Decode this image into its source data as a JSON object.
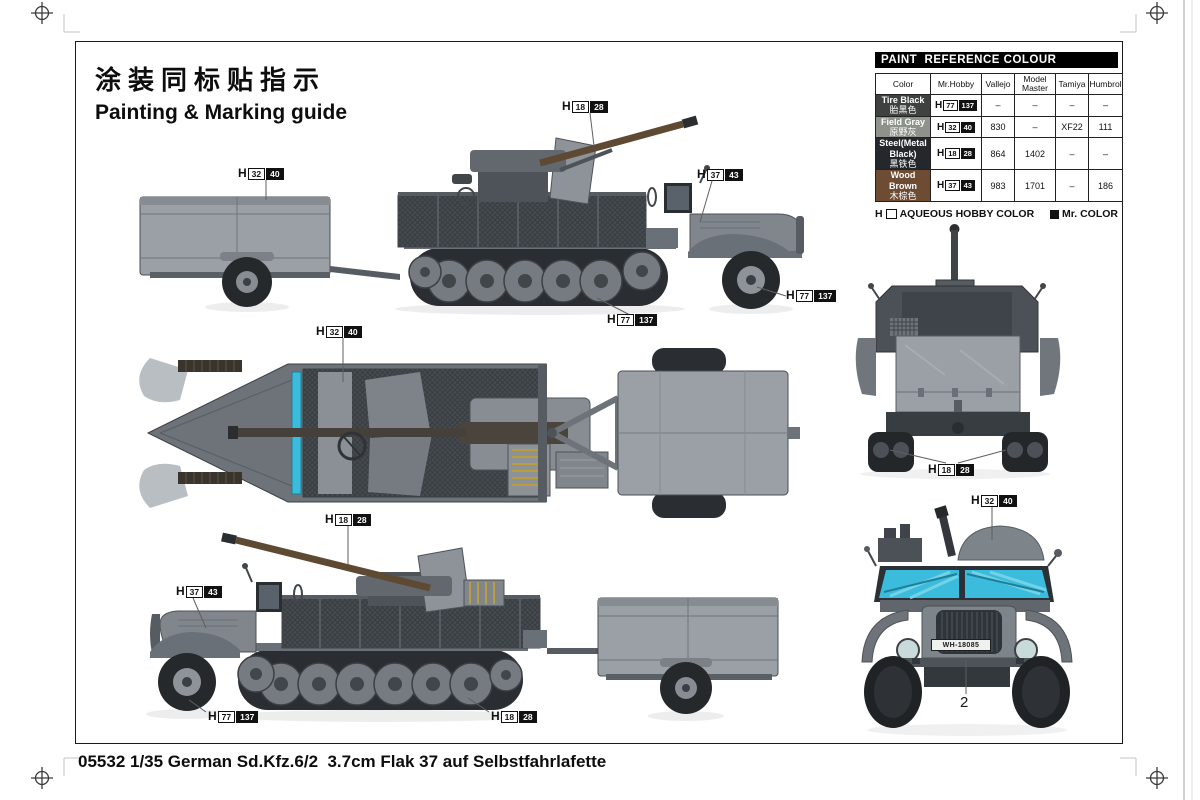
{
  "page": {
    "title_cn": "涂装同标贴指示",
    "title_en": "Painting & Marking guide",
    "caption": "05532 1/35 German Sd.Kfz.6/2  3.7cm Flak 37 auf Selbstfahrlafette"
  },
  "paint_table": {
    "title": "PAINT  REFERENCE COLOUR",
    "columns": [
      "Color",
      "Mr.Hobby",
      "Vallejo",
      "Model Master",
      "Tamiya",
      "Humbrol"
    ],
    "rows": [
      {
        "name_en": "Tire Black",
        "name_cn": "胎黑色",
        "swatch": "#3f4040",
        "aqueous": "77",
        "mr_color": "137",
        "vallejo": "–",
        "model_master": "–",
        "tamiya": "–",
        "humbrol": "–"
      },
      {
        "name_en": "Field Gray",
        "name_cn": "原野灰",
        "swatch": "#8d928b",
        "aqueous": "32",
        "mr_color": "40",
        "vallejo": "830",
        "model_master": "–",
        "tamiya": "XF22",
        "humbrol": "111"
      },
      {
        "name_en": "Steel(Metal Black)",
        "name_cn": "黑铁色",
        "swatch": "#24272b",
        "aqueous": "18",
        "mr_color": "28",
        "vallejo": "864",
        "model_master": "1402",
        "tamiya": "–",
        "humbrol": "–"
      },
      {
        "name_en": "Wood Brown",
        "name_cn": "木棕色",
        "swatch": "#6e4b33",
        "aqueous": "37",
        "mr_color": "43",
        "vallejo": "983",
        "model_master": "1701",
        "tamiya": "–",
        "humbrol": "186"
      }
    ],
    "legend": {
      "aqueous_prefix": "H",
      "aqueous_label": "AQUEOUS HOBBY COLOR",
      "mr_color_label": "Mr. COLOR"
    }
  },
  "callouts": [
    {
      "prefix": "H",
      "aqueous": "18",
      "mr_color": "28"
    },
    {
      "prefix": "H",
      "aqueous": "32",
      "mr_color": "40"
    },
    {
      "prefix": "H",
      "aqueous": "37",
      "mr_color": "43"
    },
    {
      "prefix": "H",
      "aqueous": "77",
      "mr_color": "137"
    },
    {
      "prefix": "H",
      "aqueous": "77",
      "mr_color": "137"
    },
    {
      "prefix": "H",
      "aqueous": "32",
      "mr_color": "40"
    },
    {
      "prefix": "H",
      "aqueous": "18",
      "mr_color": "28"
    },
    {
      "prefix": "H",
      "aqueous": "37",
      "mr_color": "43"
    },
    {
      "prefix": "H",
      "aqueous": "77",
      "mr_color": "137"
    },
    {
      "prefix": "H",
      "aqueous": "18",
      "mr_color": "28"
    },
    {
      "prefix": "H",
      "aqueous": "18",
      "mr_color": "28"
    },
    {
      "prefix": "H",
      "aqueous": "32",
      "mr_color": "40"
    }
  ],
  "front_view": {
    "license_plate": "WH-18085",
    "scheme_number": "2"
  },
  "colors": {
    "vehicle_gray": "#7e858b",
    "window_cyan": "#3bbcdc",
    "track_black": "#2a2d31",
    "barrel_wood": "#5e4a33",
    "tarp_gray": "#9aa0a5"
  }
}
